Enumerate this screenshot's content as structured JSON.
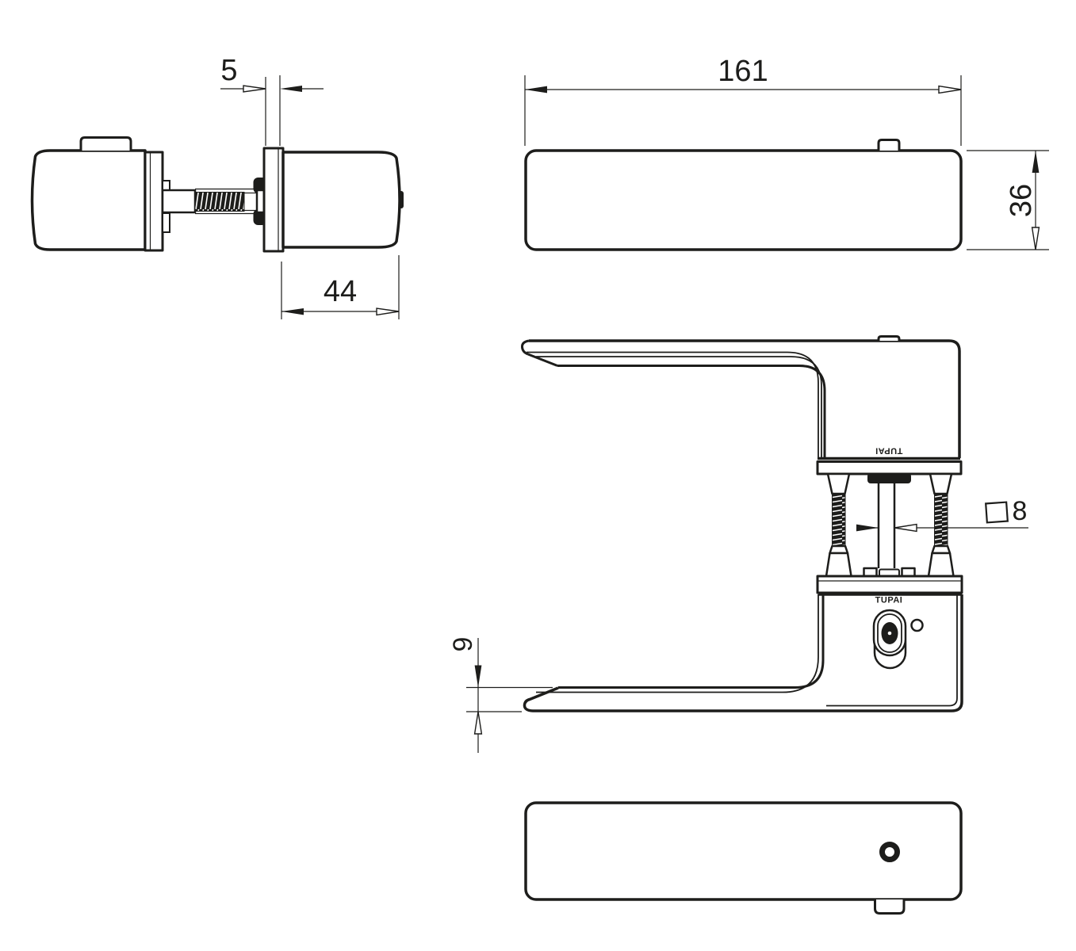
{
  "drawing": {
    "type": "door-handle-technical-drawing",
    "views": [
      "knob-pair-top-view",
      "lever-top-view",
      "lever-pair-front-view",
      "lever-bottom-view"
    ]
  },
  "dimensions": {
    "rosette_thickness": "5",
    "knob_depth": "44",
    "lever_length": "161",
    "lever_width": "36",
    "spindle_square": "8",
    "lever_thickness": "9"
  },
  "branding": {
    "upper_handle": "TUPAI",
    "lower_handle": "TUPAI"
  },
  "colors": {
    "background": "#ffffff",
    "line": "#1d1d1b"
  }
}
